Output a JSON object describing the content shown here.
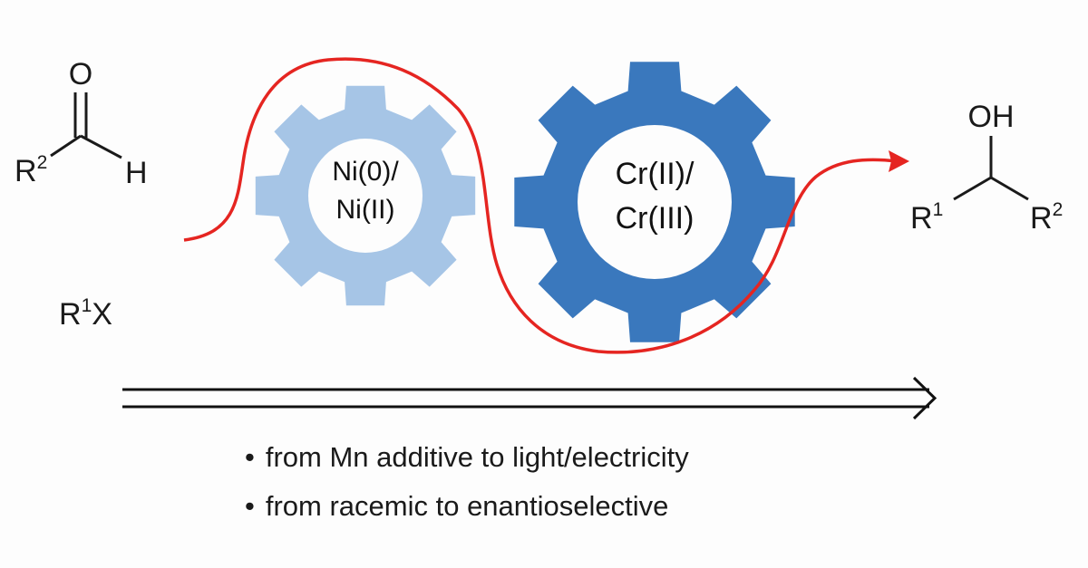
{
  "reactants": {
    "aldehyde": {
      "oxygen": "O",
      "r_group": "R",
      "r_superscript": "2",
      "hydrogen": "H"
    },
    "halide": {
      "r_group": "R",
      "r_superscript": "1",
      "halogen": "X"
    }
  },
  "catalysts": {
    "nickel": {
      "line1": "Ni(0)/",
      "line2": "Ni(II)",
      "color": "#a6c5e6"
    },
    "chromium": {
      "line1": "Cr(II)/",
      "line2": "Cr(III)",
      "color": "#3a78bd"
    }
  },
  "product": {
    "hydroxyl": "OH",
    "r1_group": "R",
    "r1_superscript": "1",
    "r2_group": "R",
    "r2_superscript": "2"
  },
  "flow_color": "#e52521",
  "bullets": [
    {
      "dot": "•",
      "text": "from Mn additive to light/electricity"
    },
    {
      "dot": "•",
      "text": "from racemic to enantioselective"
    }
  ]
}
